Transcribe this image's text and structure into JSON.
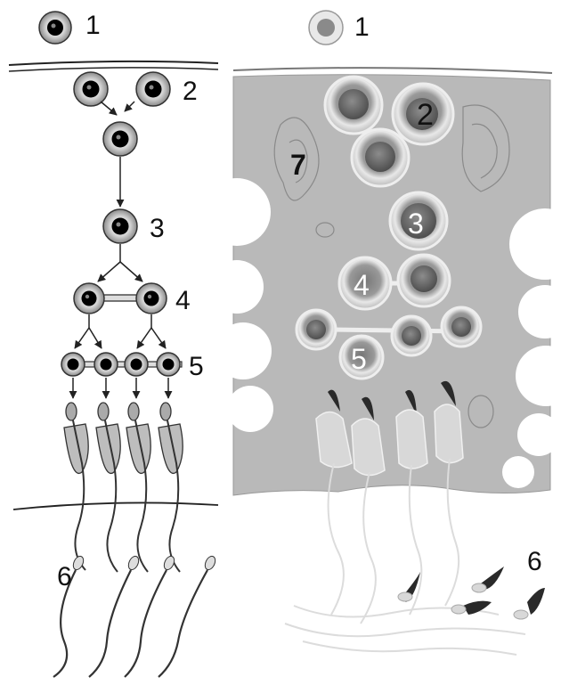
{
  "labels": {
    "left": {
      "l1": "1",
      "l2": "2",
      "l3": "3",
      "l4": "4",
      "l5": "5",
      "l6": "6"
    },
    "right": {
      "r1": "1",
      "r2": "2",
      "r3": "3",
      "r4": "4",
      "r5": "5",
      "r6": "6",
      "r7": "7"
    }
  },
  "colors": {
    "line": "#222222",
    "cell_ring": "#9a9a9a",
    "nucleus": "#000000",
    "tissue": "#b9b9b9",
    "tissue_dark": "#8f8f8f",
    "lumen": "#ffffff",
    "sperm_head_dark": "#2a2a2a",
    "sperm_tail": "#d6d6d6"
  }
}
